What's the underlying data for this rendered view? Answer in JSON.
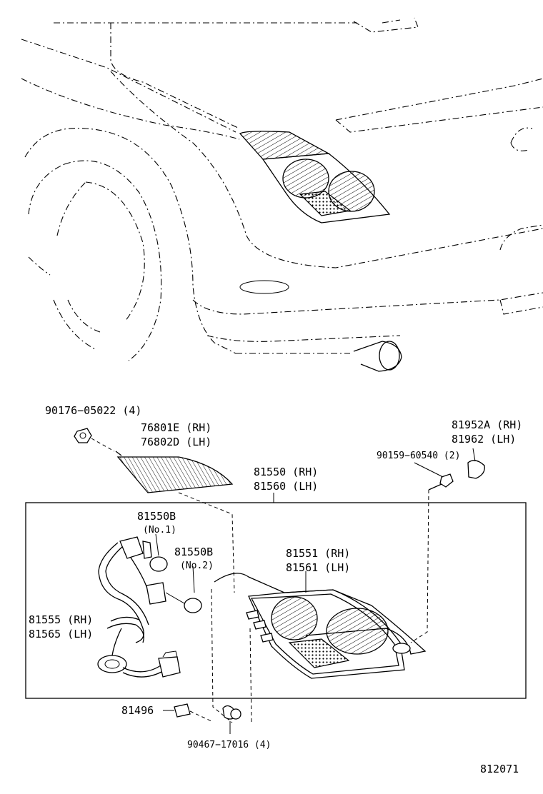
{
  "labels": {
    "p_90176": "90176−05022 (4)",
    "p_76801": "76801E (RH)",
    "p_76802": "76802D (LH)",
    "p_81952": "81952A (RH)",
    "p_81962": "81962   (LH)",
    "p_90159": "90159−60540 (2)",
    "p_81550": "81550 (RH)",
    "p_81560": "81560 (LH)",
    "p_81550b1": "81550B",
    "p_no1": "(No.1)",
    "p_81550b2": "81550B",
    "p_no2": "(No.2)",
    "p_81551": "81551 (RH)",
    "p_81561": "81561 (LH)",
    "p_81555": "81555 (RH)",
    "p_81565": "81565 (LH)",
    "p_81496": "81496",
    "p_90467": "90467−17016 (4)",
    "fig_no": "812071"
  }
}
